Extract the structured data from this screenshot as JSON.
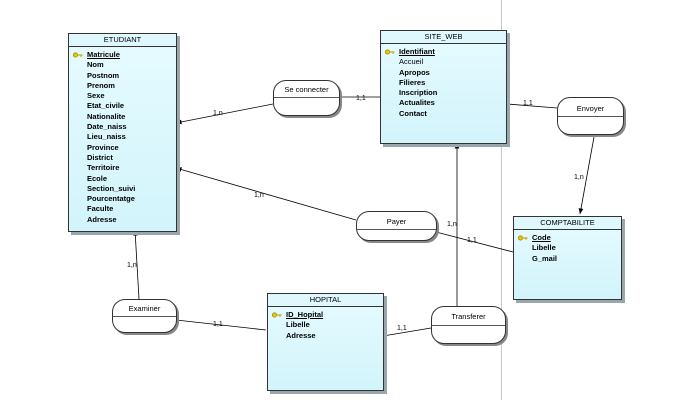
{
  "diagram": {
    "entities": {
      "etudiant": {
        "title": "ETUDIANT",
        "attributes": [
          "Matricule",
          "Nom",
          "Postnom",
          "Prenom",
          "Sexe",
          "Etat_civile",
          "Nationalite",
          "Date_naiss",
          "Lieu_naiss",
          "Province",
          "District",
          "Territoire",
          "Ecole",
          "Section_suivi",
          "Pourcentatge",
          "Faculte",
          "Adresse"
        ]
      },
      "site_web": {
        "title": "SITE_WEB",
        "attributes": [
          "Identifiant",
          "Accueil",
          "Apropos",
          "Filieres",
          "Inscription",
          "Actualites",
          "Contact"
        ]
      },
      "comptabilite": {
        "title": "COMPTABILITE",
        "attributes": [
          "Code",
          "Libelle",
          "G_mail"
        ]
      },
      "hopital": {
        "title": "HOPITAL",
        "attributes": [
          "ID_Hopital",
          "Libelle",
          "Adresse"
        ]
      }
    },
    "associations": {
      "se_connecter": "Se connecter",
      "envoyer": "Envoyer",
      "payer": "Payer",
      "examiner": "Examiner",
      "transferer": "Transferer"
    },
    "cardinalities": {
      "etudiant_se_connecter": "1,n",
      "site_web_se_connecter": "1,1",
      "site_web_envoyer": "1,1",
      "comptabilite_envoyer": "1,n",
      "etudiant_payer": "1,n",
      "comptabilite_payer": "1,1",
      "etudiant_examiner": "1,n",
      "hopital_examiner": "1,1",
      "hopital_transferer": "1,1",
      "site_web_transferer": "1,n"
    },
    "icons": {
      "primary_key": "key-icon"
    }
  }
}
